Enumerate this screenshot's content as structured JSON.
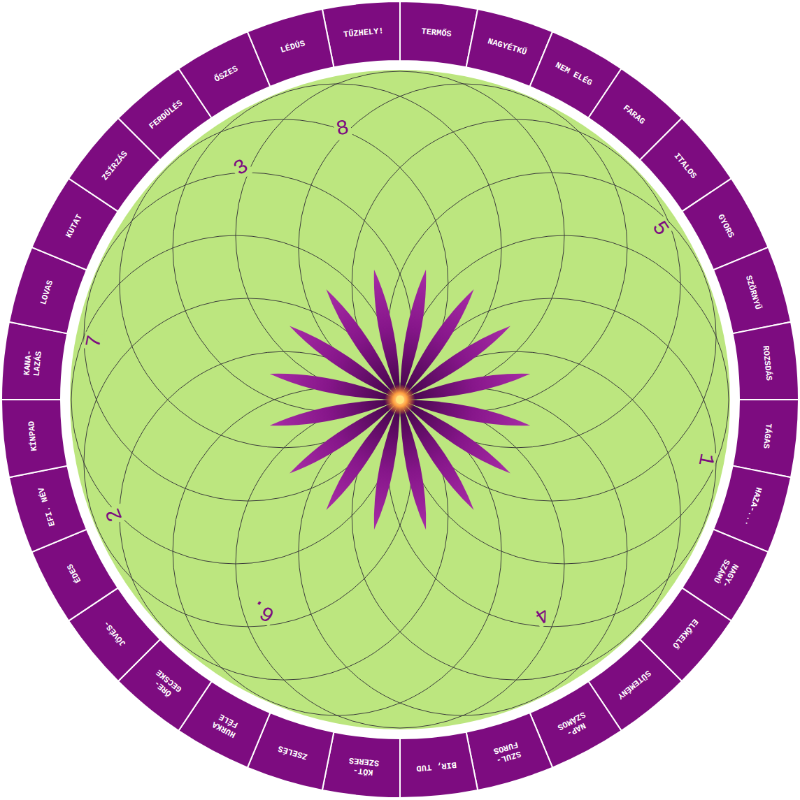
{
  "diagram": {
    "nodes": [
      {
        "text": [
          "TŰZHELY!"
        ]
      },
      {
        "text": [
          "TERMŐS"
        ]
      },
      {
        "text": [
          "NAGYÉTKŰ"
        ]
      },
      {
        "text": [
          "NEM ELÉG"
        ]
      },
      {
        "text": [
          "FARAG"
        ]
      },
      {
        "text": [
          "ITALOS"
        ]
      },
      {
        "text": [
          "GYORS"
        ]
      },
      {
        "text": [
          "SZÖRNYŰ"
        ]
      },
      {
        "text": [
          "ROZSDÁS"
        ]
      },
      {
        "text": [
          "TÁGAS"
        ]
      },
      {
        "text": [
          "HAZA-..."
        ]
      },
      {
        "text": [
          "NAGY- SZÁMÚ"
        ]
      },
      {
        "text": [
          "ELŐKELŐ"
        ]
      },
      {
        "text": [
          "SÜTEMÉNY"
        ]
      },
      {
        "text": [
          "NAP- SZÁMOS"
        ]
      },
      {
        "text": [
          "SZUL- FUROS"
        ]
      },
      {
        "text": [
          "BIR, TUD"
        ]
      },
      {
        "text": [
          "KÖT- SZERES"
        ]
      },
      {
        "text": [
          "ZSELÉS"
        ]
      },
      {
        "text": [
          "HURKA FÉLE"
        ]
      },
      {
        "text": [
          "ÖRE- GECSKE"
        ]
      },
      {
        "text": [
          "JÖVÉS-"
        ]
      },
      {
        "text": [
          "ÉDES"
        ]
      },
      {
        "text": [
          "EFI. NÉV"
        ]
      },
      {
        "text": [
          "KÍNPAD"
        ]
      },
      {
        "text": [
          "KANA- LAZÁS"
        ]
      },
      {
        "text": [
          "LOVAS"
        ]
      },
      {
        "text": [
          "KUTAT"
        ]
      },
      {
        "text": [
          "ZSÍRZÁS"
        ]
      },
      {
        "text": [
          "FERDÜLÉS"
        ]
      },
      {
        "text": [
          "ŐSZES"
        ]
      },
      {
        "text": [
          "LÉDÚS"
        ]
      }
    ],
    "labels": [
      "8",
      "3",
      "5",
      "7",
      "1",
      "2",
      "6.",
      "4"
    ]
  }
}
